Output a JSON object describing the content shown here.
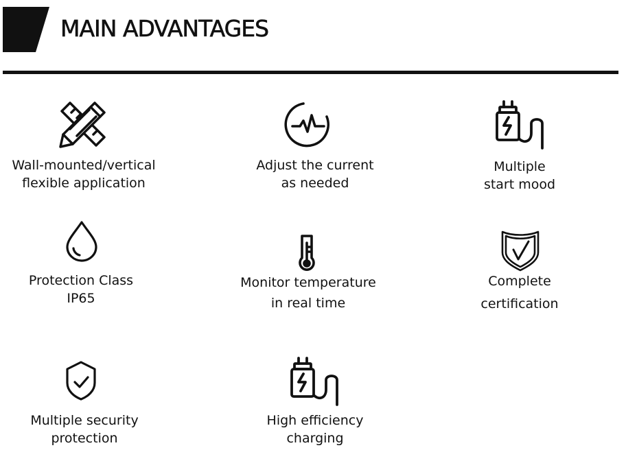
{
  "header": {
    "title": "MAIN ADVANTAGES"
  },
  "features": [
    {
      "icon": "pencil-ruler-icon",
      "lines": [
        "Wall-mounted/vertical",
        "flexible application"
      ]
    },
    {
      "icon": "pulse-circle-icon",
      "lines": [
        "Adjust the current",
        "as needed"
      ]
    },
    {
      "icon": "charging-plug-icon",
      "lines": [
        "Multiple",
        "start mood"
      ]
    },
    {
      "icon": "water-drop-icon",
      "lines": [
        "Protection Class",
        "IP65"
      ]
    },
    {
      "icon": "thermometer-icon",
      "lines": [
        "Monitor temperature",
        "in real time"
      ]
    },
    {
      "icon": "certificate-shield-icon",
      "lines": [
        "Complete",
        "certification"
      ]
    },
    {
      "icon": "shield-check-icon",
      "lines": [
        "Multiple security",
        "protection"
      ]
    },
    {
      "icon": "charging-plug-icon",
      "lines": [
        "High efficiency",
        "charging"
      ]
    }
  ]
}
